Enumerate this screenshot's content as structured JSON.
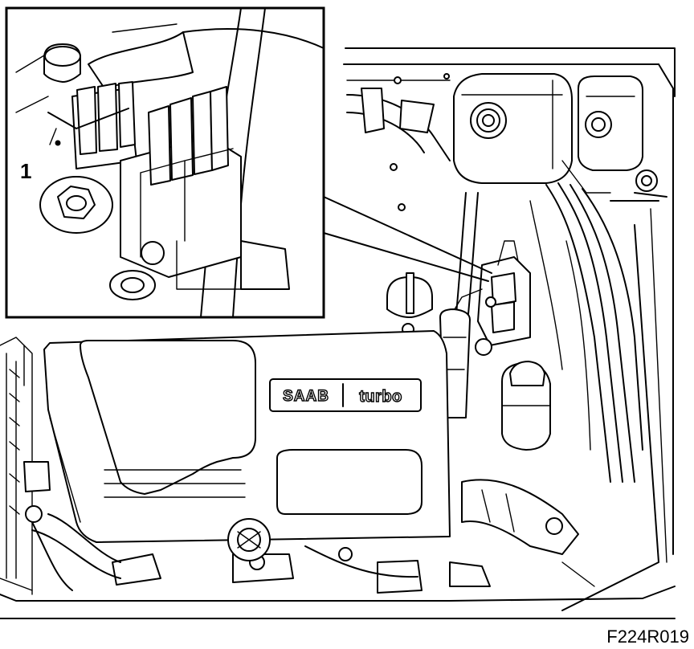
{
  "callout": {
    "label": "1"
  },
  "figure": {
    "reference": "F224R019"
  },
  "logo": {
    "brand": "SAAB",
    "model": "turbo"
  }
}
